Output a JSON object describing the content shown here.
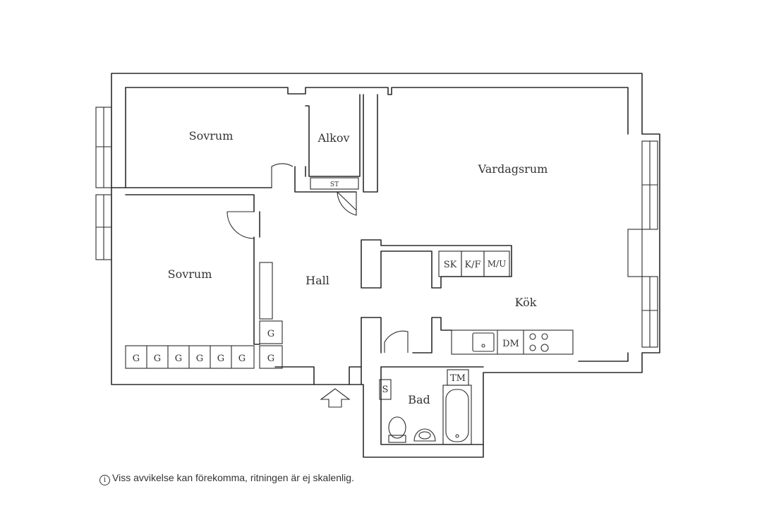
{
  "rooms": {
    "sovrum_top": "Sovrum",
    "alkov": "Alkov",
    "vardagsrum": "Vardagsrum",
    "sovrum_bottom": "Sovrum",
    "hall": "Hall",
    "kok": "Kök",
    "bad": "Bad"
  },
  "fixtures": {
    "st": "ST",
    "sk": "SK",
    "kf": "K/F",
    "mu": "M/U",
    "dm": "DM",
    "tm": "TM",
    "s": "S",
    "wardrobes_bottom": [
      "G",
      "G",
      "G",
      "G",
      "G",
      "G"
    ],
    "wardrobe_hall_upper": "G",
    "wardrobe_hall_lower": "G"
  },
  "icons": {
    "entrance": "entrance-arrow-icon",
    "info": "info-circle-icon"
  },
  "disclaimer": {
    "info_glyph": "i",
    "text": "Viss avvikelse kan förekomma, ritningen är ej skalenlig."
  }
}
